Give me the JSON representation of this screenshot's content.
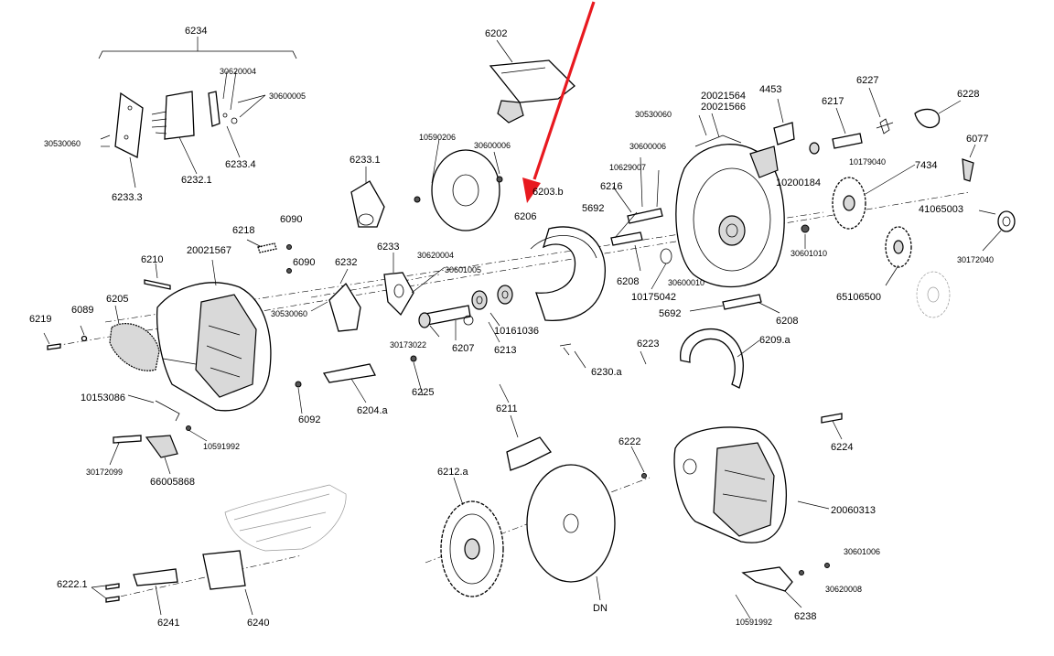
{
  "figure": {
    "accent_color": "#e8191f",
    "labels": {
      "l6234": "6234",
      "l30620004a": "30620004",
      "l30600005": "30600005",
      "l30530060a": "30530060",
      "l6232_1": "6232.1",
      "l6233_4": "6233.4",
      "l6233_3": "6233.3",
      "l6202": "6202",
      "l10590206": "10590206",
      "l30600006a": "30600006",
      "l6233_1": "6233.1",
      "l6203b": "6203.b",
      "l6206": "6206",
      "l30530060b": "30530060",
      "l20021564": "20021564",
      "l20021566": "20021566",
      "l4453": "4453",
      "l6217": "6217",
      "l6227": "6227",
      "l6228": "6228",
      "l30600006b": "30600006",
      "l10629007": "10629007",
      "l6216": "6216",
      "l5692a": "5692",
      "l10200184": "10200184",
      "l10179040": "10179040",
      "l7434": "7434",
      "l6077": "6077",
      "l41065003": "41065003",
      "l30601010": "30601010",
      "l30172040": "30172040",
      "l65106500": "65106500",
      "l6208a": "6208",
      "l30600010": "30600010",
      "l10175042": "10175042",
      "l5692b": "5692",
      "l6208b": "6208",
      "l6218": "6218",
      "l6090a": "6090",
      "l6090b": "6090",
      "l6210": "6210",
      "l20021567": "20021567",
      "l6205": "6205",
      "l6089": "6089",
      "l6219": "6219",
      "l6233": "6233",
      "l30620004b": "30620004",
      "l30601005": "30601005",
      "l6232": "6232",
      "l30530060c": "30530060",
      "l30173022": "30173022",
      "l6207": "6207",
      "l6213": "6213",
      "l10161036": "10161036",
      "l6230a": "6230.a",
      "l6223": "6223",
      "l6209a": "6209.a",
      "l10153086": "10153086",
      "l6092": "6092",
      "l6204a": "6204.a",
      "l6225": "6225",
      "l10591992a": "10591992",
      "l30172099": "30172099",
      "l66005868": "66005868",
      "l6211": "6211",
      "l6222": "6222",
      "l6212a": "6212.a",
      "lDN": "DN",
      "l6224": "6224",
      "l20060313": "20060313",
      "l30601006": "30601006",
      "l30620008": "30620008",
      "l10591992b": "10591992",
      "l6238": "6238",
      "l6222_1": "6222.1",
      "l6241": "6241",
      "l6240": "6240"
    }
  }
}
